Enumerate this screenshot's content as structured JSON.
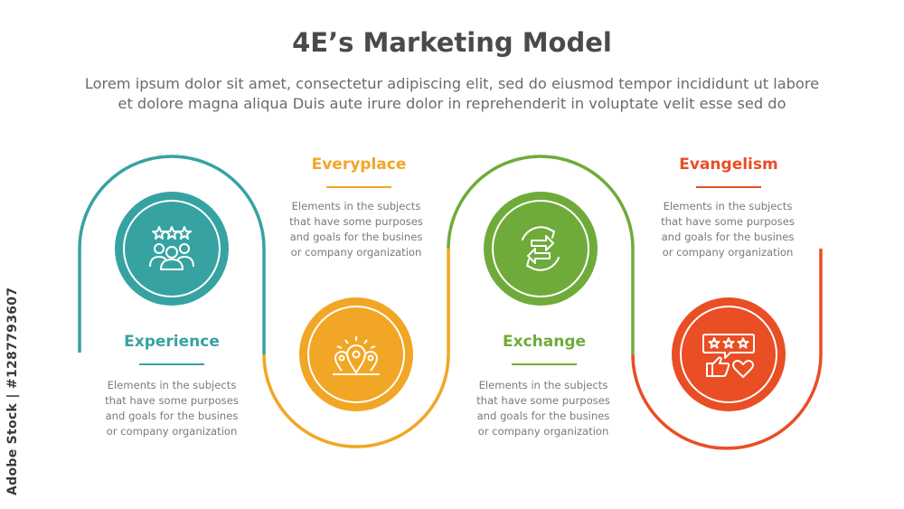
{
  "title": "4E’s Marketing Model",
  "subtitle": {
    "line1": "Lorem ipsum dolor sit amet, consectetur adipiscing elit, sed do eiusmod tempor incididunt ut labore",
    "line2": "et dolore magna aliqua Duis aute irure dolor in reprehenderit in voluptate velit esse sed do"
  },
  "steps": [
    {
      "label": "Experience",
      "color": "#36a3a2",
      "icon": "people-stars-icon",
      "desc": [
        "Elements in the subjects",
        "that have some purposes",
        "and goals for the  busines",
        "or company organization"
      ]
    },
    {
      "label": "Everyplace",
      "color": "#f2a625",
      "icon": "location-pins-icon",
      "desc": [
        "Elements in the subjects",
        "that have some purposes",
        "and goals for the  busines",
        "or company organization"
      ]
    },
    {
      "label": "Exchange",
      "color": "#6fab3a",
      "icon": "exchange-arrows-icon",
      "desc": [
        "Elements in the subjects",
        "that have some purposes",
        "and goals for the  busines",
        "or company organization"
      ]
    },
    {
      "label": "Evangelism",
      "color": "#e94e25",
      "icon": "rating-like-heart-icon",
      "desc": [
        "Elements in the subjects",
        "that have some purposes",
        "and goals for the  busines",
        "or company organization"
      ]
    }
  ],
  "watermark": "Adobe Stock | #1287793607"
}
